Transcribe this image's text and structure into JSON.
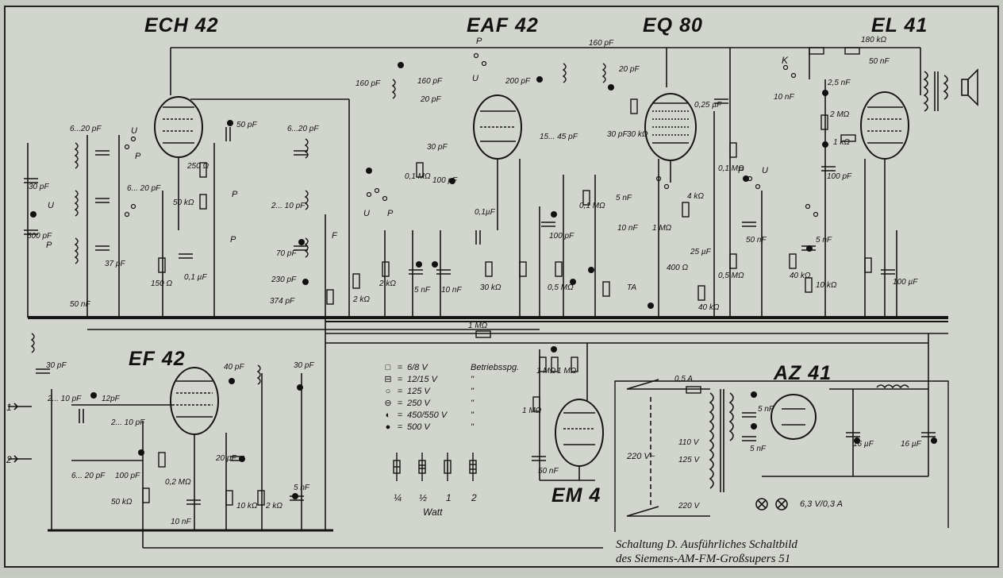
{
  "tubes": {
    "ech42": "ECH 42",
    "eaf42": "EAF 42",
    "eq80": "EQ 80",
    "el41": "EL 41",
    "ef42": "EF 42",
    "az41": "AZ 41",
    "em4": "EM 4"
  },
  "component_labels": {
    "c30pf_left": "30 pF",
    "c500pf": "500 pF",
    "c6_20pf_a": "6...20 pF",
    "c50pf": "50 pF",
    "c6_20pf_b": "6...20 pF",
    "r250": "250 Ω",
    "r50k": "50 kΩ",
    "c6_20pf_c": "6... 20 pF",
    "c2_10pf": "2... 10 pF",
    "c70pf": "70 pF",
    "c230pf": "230 pF",
    "c374pf": "374 pF",
    "c37pf": "37 pF",
    "c50nf": "50 nF",
    "r150": "150 Ω",
    "c01uf": "0,1 µF",
    "c160pf_a": "160 pF",
    "c160pf_b": "160 pF",
    "c20pf_a": "20 pF",
    "c30pf_b": "30 pF",
    "c100pf_a": "100 pF",
    "r01m": "0,1 MΩ",
    "c200pf": "200 pF",
    "c160pf_c": "160 pF",
    "c15_45pf": "15... 45 pF",
    "c20pf_b": "20 pF",
    "c30pf_c": "30 pF",
    "r30k_a": "30 kΩ",
    "c025uf": "0,25 µF",
    "r2k_a": "2 kΩ",
    "c5nf_a": "5 nF",
    "c10nf_a": "10 nF",
    "c01uf_b": "0,1µF",
    "r30k_b": "30 kΩ",
    "c100pf_b": "100 pF",
    "r05m": "0,5 MΩ",
    "r4k": "4 kΩ",
    "r1m_a": "1 MΩ",
    "r01m_b": "0,1 MΩ",
    "r01m_c": "0,1 MΩ",
    "c5nf_b": "5 nF",
    "c10nf_b": "10 nF",
    "r400": "400 Ω",
    "c25uf": "25 µF",
    "ta": "TA",
    "r40k_a": "40 kΩ",
    "c50nf_b": "50 nF",
    "r05m_b": "0,5 MΩ",
    "c25nf": "2,5 nF",
    "r180k": "180 kΩ",
    "c50nf_c": "50 nF",
    "r2m": "2 MΩ",
    "r1k": "1 kΩ",
    "c100pf_c": "100 pF",
    "r40k_b": "40 kΩ",
    "c5nf_c": "5 nF",
    "r10k": "10 kΩ",
    "c100uf": "100 µF",
    "c10nf_c": "10 nF",
    "r2k_b": "2 kΩ",
    "r1m_b": "1 MΩ",
    "c40pf": "40 pF",
    "c30pf_d": "30 pF",
    "c30pf_e": "30 pF",
    "c2_10pf_b": "2... 10 pF",
    "c12pf": "12pF",
    "c2_10pf_c": "2... 10 pF",
    "c6_20pf_d": "6... 20 pF",
    "c100pf_d": "100 pF",
    "r02m": "0,2 MΩ",
    "r50k_b": "50 kΩ",
    "c20pf_c": "20 pF",
    "c10nf_d": "10 nF",
    "r10k_b": "10 kΩ",
    "r2k_c": "2 kΩ",
    "c5nf_d": "5 nF",
    "r1m_c": "1 MΩ",
    "r1m_d": "1 MΩ",
    "r1m_e": "1 MΩ",
    "c50nf_d": "50 nF",
    "fuse": "0,5 A",
    "v220ac": "220 V~",
    "v110": "110 V",
    "v125": "125 V",
    "v220": "220 V",
    "c5nf_e": "5 nF",
    "c5nf_f": "5 nF",
    "c16uf_a": "16 µF",
    "c16uf_b": "16 µF",
    "lamp": "6,3 V/0,3 A",
    "ant1": "1",
    "ant2": "2",
    "sw_u": "U",
    "sw_p": "P",
    "sw_f": "F",
    "sw_k": "K"
  },
  "legend": {
    "rows": [
      {
        "sym": "□",
        "value": "6/8 V",
        "note": "Betriebsspg."
      },
      {
        "sym": "⊟",
        "value": "12/15 V",
        "note": "\""
      },
      {
        "sym": "○",
        "value": "125 V",
        "note": "\""
      },
      {
        "sym": "⊖",
        "value": "250 V",
        "note": "\""
      },
      {
        "sym": "◐",
        "value": "450/550 V",
        "note": "\""
      },
      {
        "sym": "●",
        "value": "500 V",
        "note": "\""
      }
    ],
    "eq": "=",
    "watt_values": [
      "¼",
      "½",
      "1",
      "2"
    ],
    "watt_label": "Watt"
  },
  "caption": {
    "line1": "Schaltung D. Ausführliches Schaltbild",
    "line2": "des Siemens-AM-FM-Großsupers 51"
  }
}
